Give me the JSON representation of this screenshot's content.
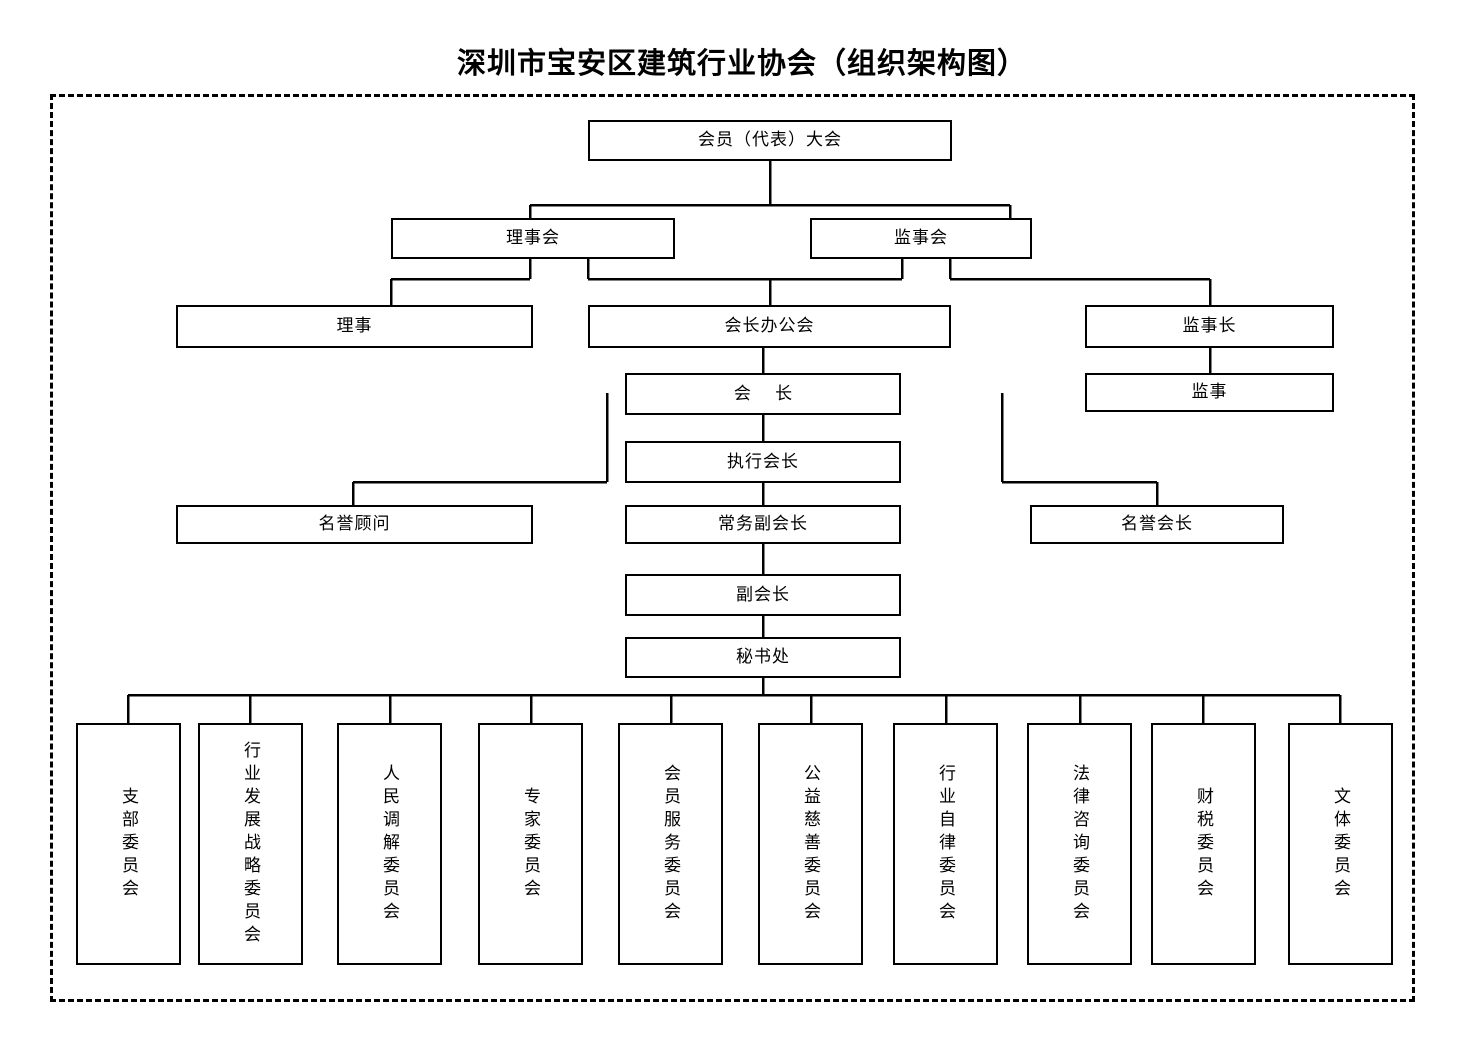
{
  "title": "深圳市宝安区建筑行业协会（组织架构图）",
  "colors": {
    "line": "#000000",
    "box_fill": "#ffffff",
    "text": "#000000",
    "frame": "#000000"
  },
  "nodes": {
    "assembly": "会员（代表）大会",
    "council": "理事会",
    "supervisory_board": "监事会",
    "director": "理事",
    "president_office_meeting": "会长办公会",
    "chief_supervisor": "监事长",
    "supervisor": "监事",
    "president": "会  长",
    "executive_president": "执行会长",
    "honorary_advisor": "名誉顾问",
    "standing_vice_president": "常务副会长",
    "honorary_president": "名誉会长",
    "vice_president": "副会长",
    "secretariat": "秘书处"
  },
  "committees": [
    {
      "id": "party-branch",
      "label": "支部委员会"
    },
    {
      "id": "industry-development-strategy",
      "label": "行业发展战略委员会"
    },
    {
      "id": "people-mediation",
      "label": "人民调解委员会"
    },
    {
      "id": "expert",
      "label": "专家委员会"
    },
    {
      "id": "member-service",
      "label": "会员服务委员会"
    },
    {
      "id": "public-welfare-charity",
      "label": "公益慈善委员会"
    },
    {
      "id": "industry-self-discipline",
      "label": "行业自律委员会"
    },
    {
      "id": "legal-consultation",
      "label": "法律咨询委员会"
    },
    {
      "id": "finance-tax",
      "label": "财税委员会"
    },
    {
      "id": "culture-sports",
      "label": "文体委员会"
    }
  ]
}
